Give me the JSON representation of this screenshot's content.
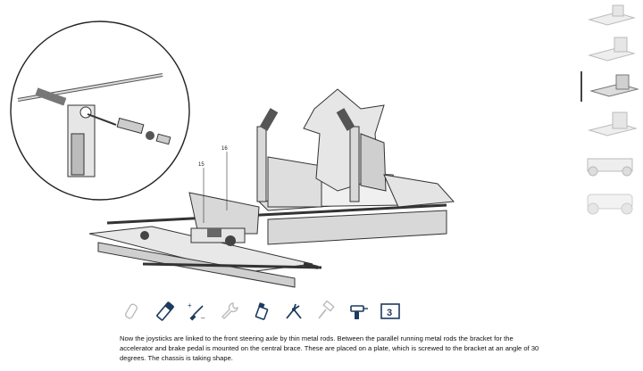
{
  "illustration": {
    "part_labels": [
      "15",
      "16"
    ]
  },
  "thumbnails": {
    "count": 6,
    "active_index": 2
  },
  "toolbar": {
    "tools": [
      {
        "name": "pipe-icon",
        "enabled": false
      },
      {
        "name": "glue-stick-icon",
        "enabled": true
      },
      {
        "name": "screwdriver-plus-minus-icon",
        "enabled": true
      },
      {
        "name": "wrench-icon",
        "enabled": false
      },
      {
        "name": "paint-bottle-icon",
        "enabled": true
      },
      {
        "name": "pliers-icon",
        "enabled": true
      },
      {
        "name": "hammer-icon",
        "enabled": false
      },
      {
        "name": "drill-icon",
        "enabled": true
      },
      {
        "name": "step-count-icon",
        "enabled": true,
        "badge": "3"
      }
    ]
  },
  "caption": {
    "text": "Now the joysticks are linked to the front steering axle by thin metal rods. Between the parallel running metal rods the bracket for the accelerator and brake pedal is mounted on the central brace. These are placed on a plate, which is screwed to the bracket at an angle of 30 degrees. The chassis is taking shape."
  }
}
